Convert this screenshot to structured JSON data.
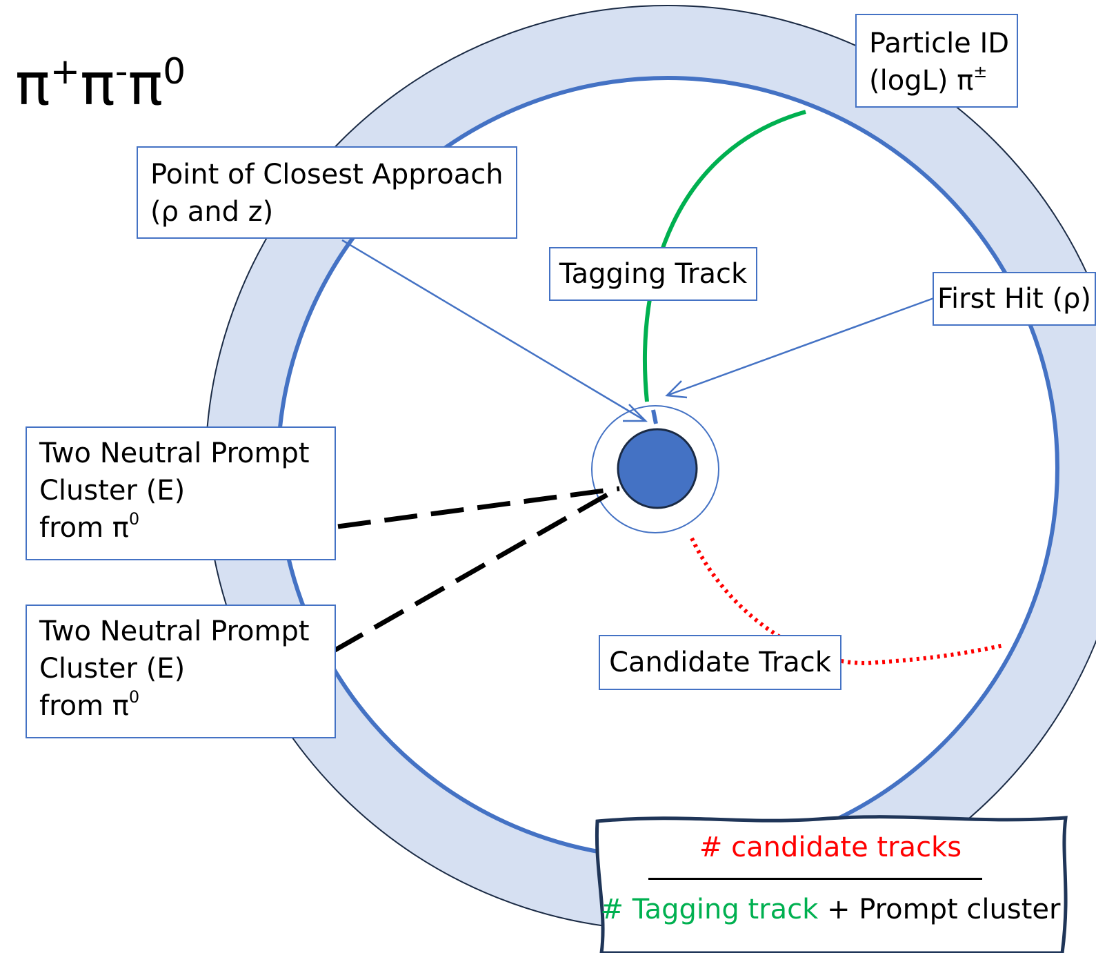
{
  "title": {
    "base": "π",
    "plus": "+",
    "minus": "-",
    "zero": "0"
  },
  "labels": {
    "particle_id": {
      "line1": "Particle ID",
      "line2": "(logL) π",
      "line2_sup": "±"
    },
    "pca": {
      "line1": "Point of Closest Approach",
      "line2": "(ρ and z)"
    },
    "tagging_track": "Tagging Track",
    "first_hit": "First Hit (ρ)",
    "neutral_1": {
      "line1": "Two Neutral Prompt",
      "line2": "Cluster (E)",
      "line3": "from π",
      "line3_sup": "0"
    },
    "neutral_2": {
      "line1": "Two Neutral Prompt",
      "line2": "Cluster (E)",
      "line3": "from π",
      "line3_sup": "0"
    },
    "candidate_track": "Candidate Track"
  },
  "formula": {
    "numerator": "# candidate tracks",
    "denominator_green": "# Tagging track",
    "denominator_rest": " + Prompt cluster"
  },
  "colors": {
    "ring_fill": "#d6e0f2",
    "ring_line": "#4472c4",
    "tagging_track": "#00b050",
    "candidate_track": "#ff0000",
    "cluster_lines": "#000000",
    "formula_numerator": "#ff0000",
    "formula_green": "#00b050"
  }
}
